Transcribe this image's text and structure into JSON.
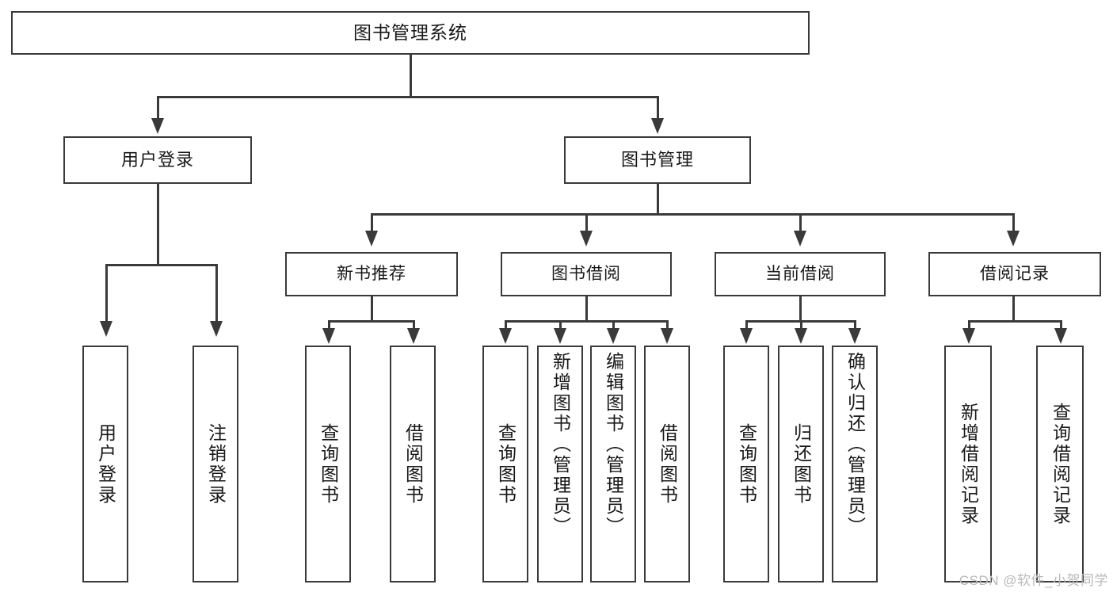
{
  "diagram": {
    "type": "tree-hierarchy-flowchart",
    "title": "图书管理系统",
    "root": {
      "label": "图书管理系统"
    },
    "tier2": [
      {
        "label": "用户登录"
      },
      {
        "label": "图书管理"
      }
    ],
    "tier3": [
      {
        "label": "新书推荐"
      },
      {
        "label": "图书借阅"
      },
      {
        "label": "当前借阅"
      },
      {
        "label": "借阅记录"
      }
    ],
    "leaves": {
      "user_login": [
        {
          "label": "用户登录"
        },
        {
          "label": "注销登录"
        }
      ],
      "new_book_recommend": [
        {
          "label": "查询图书"
        },
        {
          "label": "借阅图书"
        }
      ],
      "book_borrow": [
        {
          "label": "查询图书"
        },
        {
          "label": "新增图书（管理员）"
        },
        {
          "label": "编辑图书（管理员）"
        },
        {
          "label": "借阅图书"
        }
      ],
      "current_borrow": [
        {
          "label": "查询图书"
        },
        {
          "label": "归还图书"
        },
        {
          "label": "确认归还（管理员）"
        }
      ],
      "borrow_record": [
        {
          "label": "新增借阅记录"
        },
        {
          "label": "查询借阅记录"
        }
      ]
    }
  },
  "watermark": {
    "text": "CSDN @软件_小贺同学"
  },
  "colors": {
    "stroke": "#3a3a3a",
    "text": "#181818",
    "background": "#ffffff",
    "watermark": "#b9b9b9"
  }
}
